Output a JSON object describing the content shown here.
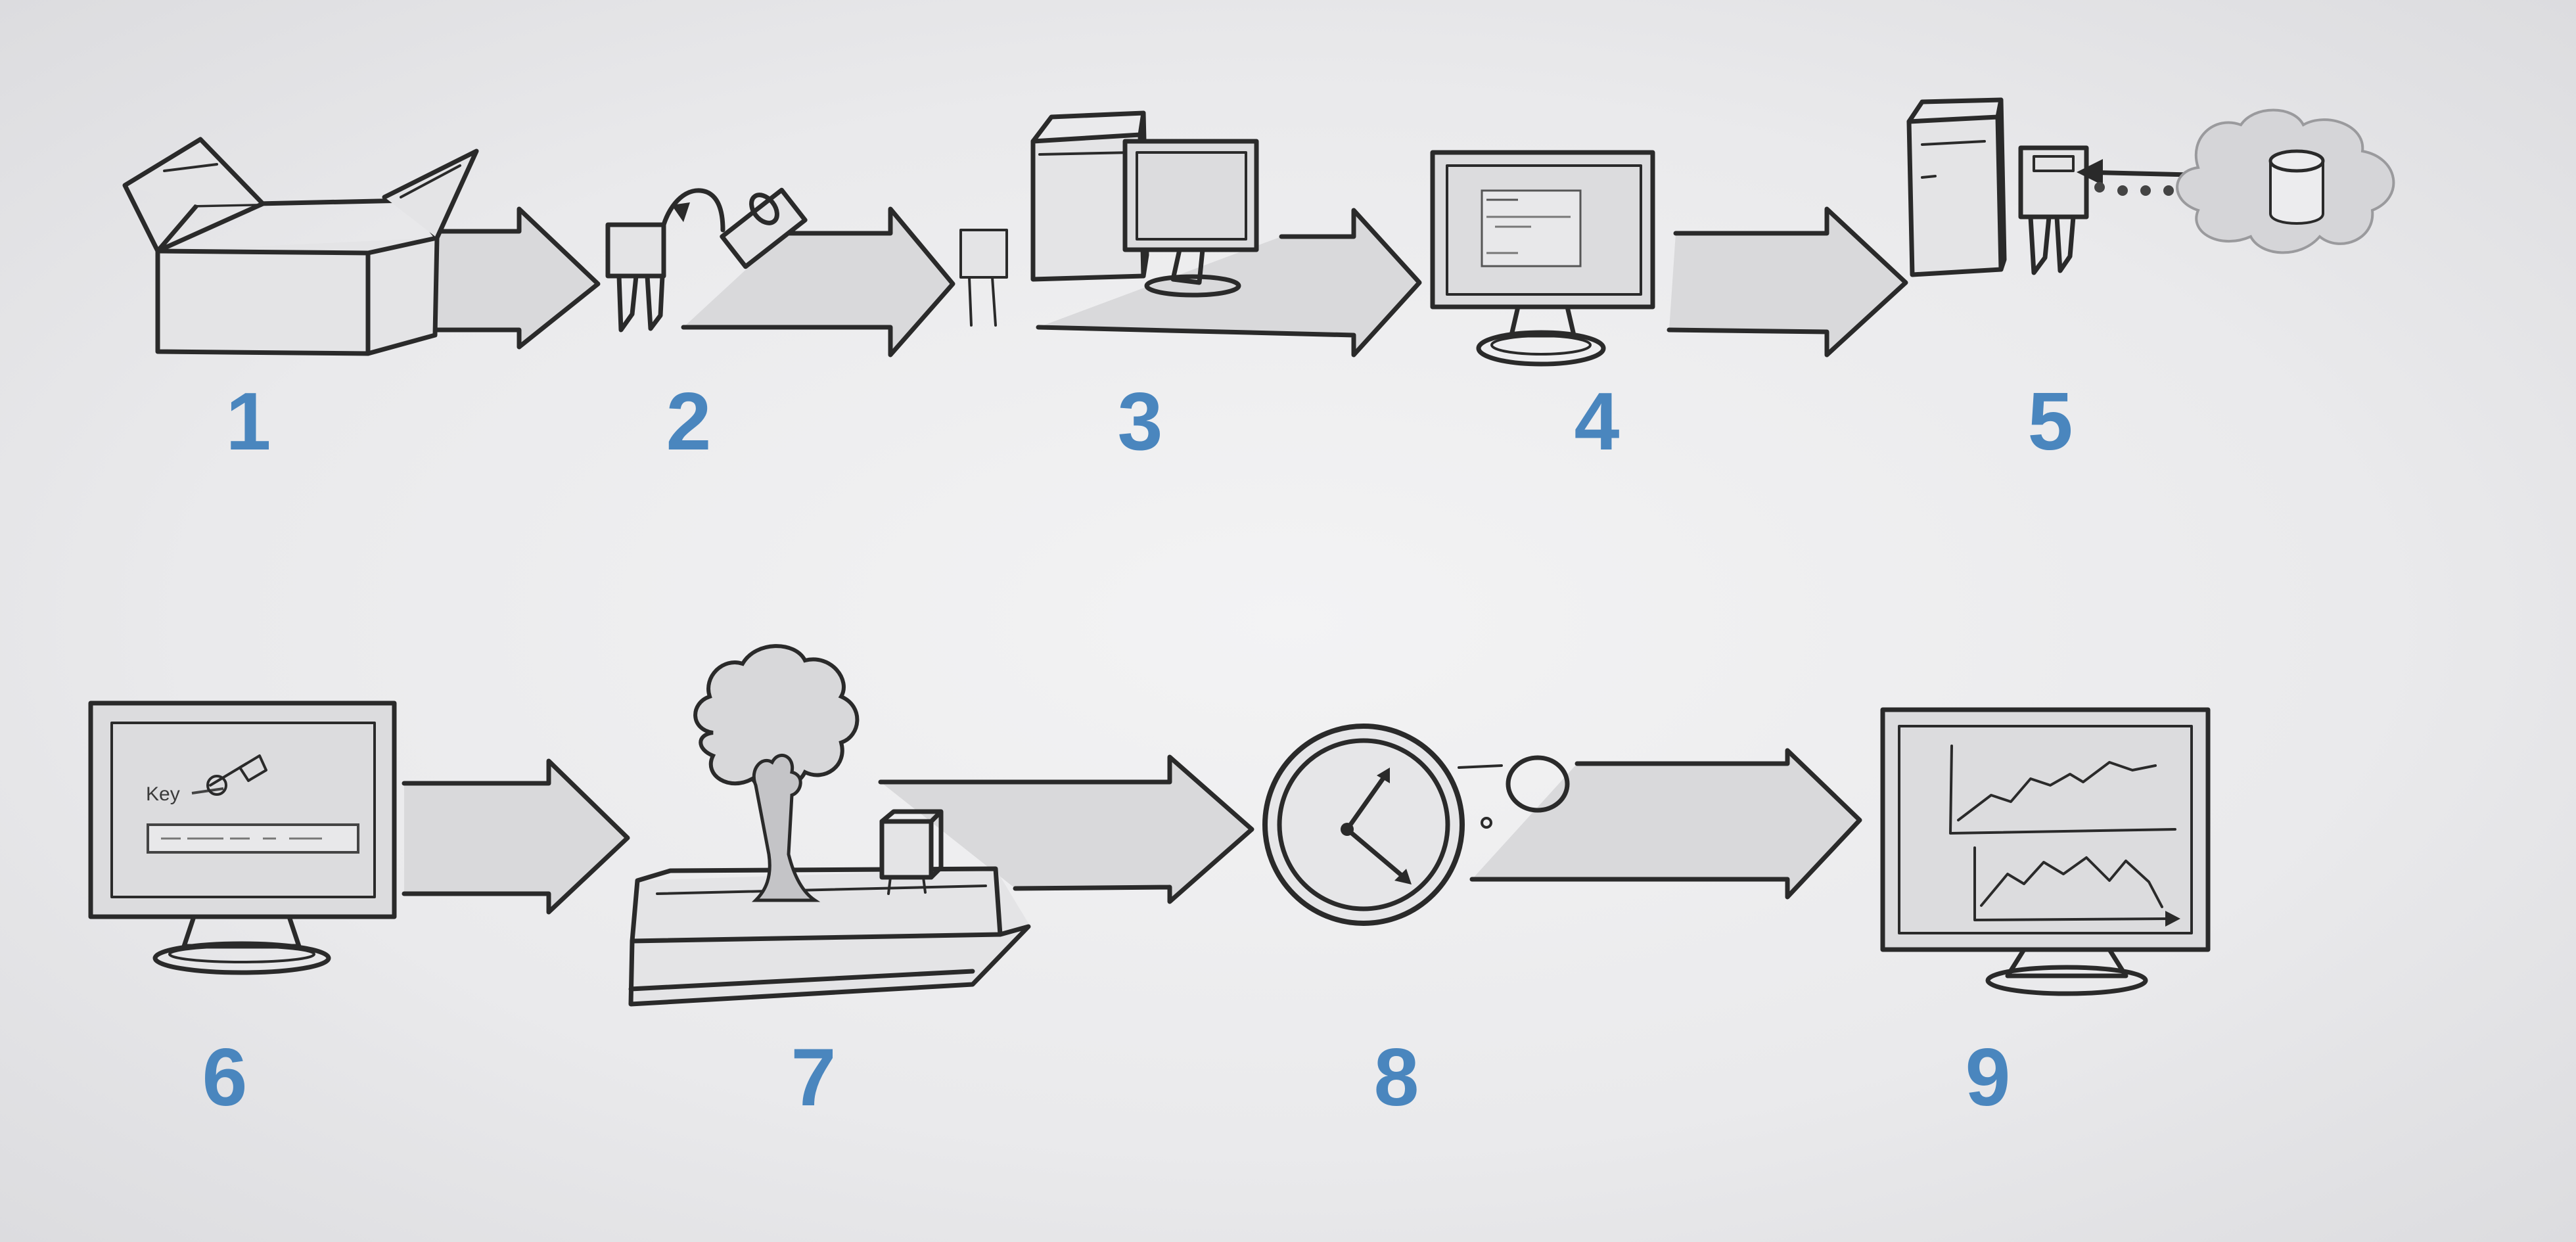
{
  "colors": {
    "number": "#4a86be",
    "ink": "#2a2a2a",
    "paper": "#ededef",
    "arrow": "#d9d9db"
  },
  "steps": [
    {
      "number": "1",
      "icon": "open-box-icon"
    },
    {
      "number": "2",
      "icon": "sensor-plug-icon"
    },
    {
      "number": "3",
      "icon": "desktop-computer-icon"
    },
    {
      "number": "4",
      "icon": "monitor-app-window-icon"
    },
    {
      "number": "5",
      "icon": "server-cloud-database-icon"
    },
    {
      "number": "6",
      "icon": "monitor-key-entry-icon"
    },
    {
      "number": "7",
      "icon": "planter-tree-sensor-icon"
    },
    {
      "number": "8",
      "icon": "clock-icon"
    },
    {
      "number": "9",
      "icon": "monitor-charts-icon"
    }
  ],
  "screen_text": {
    "key_label": "Key"
  }
}
